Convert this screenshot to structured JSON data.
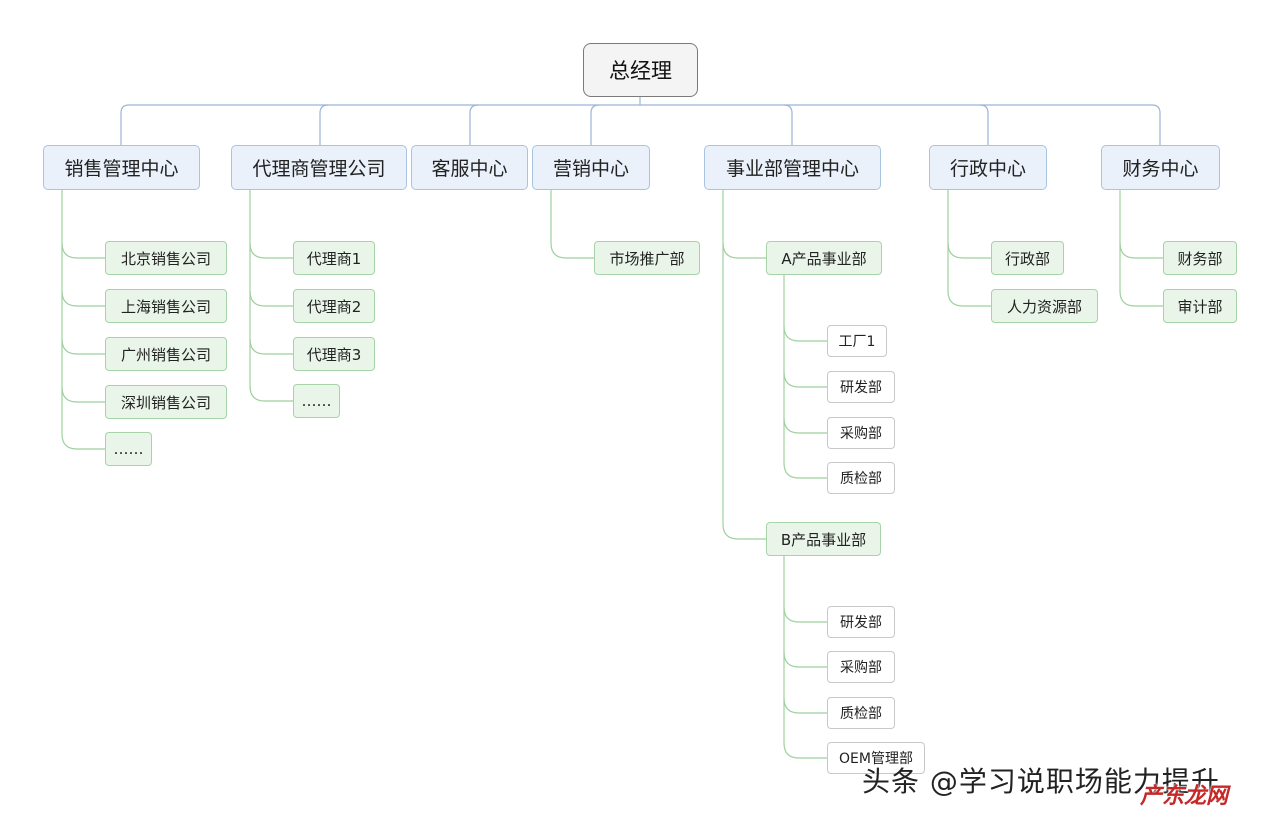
{
  "root": "总经理",
  "centers": {
    "sales": "销售管理中心",
    "agency": "代理商管理公司",
    "service": "客服中心",
    "marketing": "营销中心",
    "bu": "事业部管理中心",
    "admin": "行政中心",
    "finance": "财务中心"
  },
  "sales_children": [
    "北京销售公司",
    "上海销售公司",
    "广州销售公司",
    "深圳销售公司",
    "……"
  ],
  "agency_children": [
    "代理商1",
    "代理商2",
    "代理商3",
    "……"
  ],
  "marketing_children": [
    "市场推广部"
  ],
  "bu_children": {
    "a": {
      "label": "A产品事业部",
      "children": [
        "工厂1",
        "研发部",
        "采购部",
        "质检部"
      ]
    },
    "b": {
      "label": "B产品事业部",
      "children": [
        "研发部",
        "采购部",
        "质检部",
        "OEM管理部"
      ]
    }
  },
  "admin_children": [
    "行政部",
    "人力资源部"
  ],
  "finance_children": [
    "财务部",
    "审计部"
  ],
  "watermark": "头条 @学习说职场能力提升",
  "watermark_logo": "产东龙网",
  "colors": {
    "connector_root": "#9bb5d6",
    "connector_branch": "#9fd09f",
    "level1_fill": "#eaf1fa",
    "level2_fill": "#eaf5ea"
  }
}
